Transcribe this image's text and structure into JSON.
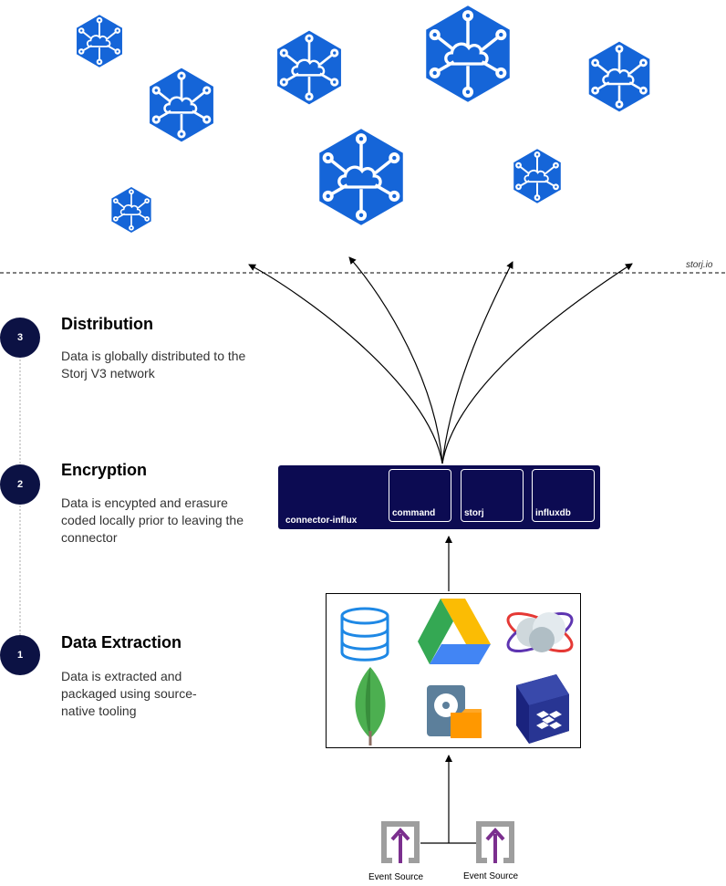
{
  "network": {
    "domain_label": "storj.io"
  },
  "steps": [
    {
      "number": "3",
      "title": "Distribution",
      "description": "Data is globally distributed to the Storj V3 network"
    },
    {
      "number": "2",
      "title": "Encryption",
      "description": "Data is encypted and erasure coded locally prior to leaving the connector"
    },
    {
      "number": "1",
      "title": "Data Extraction",
      "description": "Data is extracted and packaged using source-native tooling"
    }
  ],
  "connector": {
    "name": "connector-influx",
    "modules": [
      "command",
      "storj",
      "influxdb"
    ]
  },
  "sources": {
    "icons": [
      "database-icon",
      "google-drive-icon",
      "cloud-orbit-icon",
      "mongodb-leaf-icon",
      "hard-drive-folder-icon",
      "dropbox-cube-icon"
    ]
  },
  "event_sources": [
    {
      "label": "Event Source"
    },
    {
      "label": "Event Source"
    }
  ],
  "colors": {
    "node_blue": "#1565d8",
    "navy": "#0c1244",
    "connector_bg": "#0c0b52",
    "event_arrow": "#7b2f8e",
    "event_frame": "#9e9e9e"
  }
}
